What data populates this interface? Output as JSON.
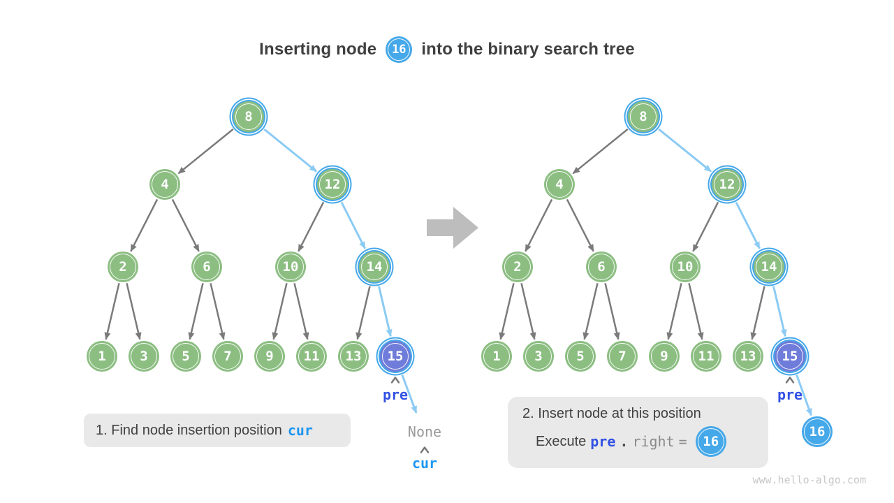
{
  "title": {
    "prefix": "Inserting node",
    "node_value": "16",
    "suffix": "into the binary search tree"
  },
  "trees": {
    "left": {
      "nodes": [
        {
          "value": "8",
          "role": "path"
        },
        {
          "value": "4",
          "role": "normal"
        },
        {
          "value": "12",
          "role": "path"
        },
        {
          "value": "2",
          "role": "normal"
        },
        {
          "value": "6",
          "role": "normal"
        },
        {
          "value": "10",
          "role": "normal"
        },
        {
          "value": "14",
          "role": "path"
        },
        {
          "value": "1",
          "role": "normal"
        },
        {
          "value": "3",
          "role": "normal"
        },
        {
          "value": "5",
          "role": "normal"
        },
        {
          "value": "7",
          "role": "normal"
        },
        {
          "value": "9",
          "role": "normal"
        },
        {
          "value": "11",
          "role": "normal"
        },
        {
          "value": "13",
          "role": "normal"
        },
        {
          "value": "15",
          "role": "pre"
        }
      ],
      "edges": [
        [
          "8",
          "4",
          "gray"
        ],
        [
          "8",
          "12",
          "blue"
        ],
        [
          "4",
          "2",
          "gray"
        ],
        [
          "4",
          "6",
          "gray"
        ],
        [
          "12",
          "10",
          "gray"
        ],
        [
          "12",
          "14",
          "blue"
        ],
        [
          "2",
          "1",
          "gray"
        ],
        [
          "2",
          "3",
          "gray"
        ],
        [
          "6",
          "5",
          "gray"
        ],
        [
          "6",
          "7",
          "gray"
        ],
        [
          "10",
          "9",
          "gray"
        ],
        [
          "10",
          "11",
          "gray"
        ],
        [
          "14",
          "13",
          "gray"
        ],
        [
          "14",
          "15",
          "blue"
        ],
        [
          "15",
          "none",
          "blue"
        ]
      ],
      "labels": {
        "pre": "pre",
        "none": "None",
        "cur": "cur"
      }
    },
    "right": {
      "nodes": [
        {
          "value": "8",
          "role": "path"
        },
        {
          "value": "4",
          "role": "normal"
        },
        {
          "value": "12",
          "role": "path"
        },
        {
          "value": "2",
          "role": "normal"
        },
        {
          "value": "6",
          "role": "normal"
        },
        {
          "value": "10",
          "role": "normal"
        },
        {
          "value": "14",
          "role": "path"
        },
        {
          "value": "1",
          "role": "normal"
        },
        {
          "value": "3",
          "role": "normal"
        },
        {
          "value": "5",
          "role": "normal"
        },
        {
          "value": "7",
          "role": "normal"
        },
        {
          "value": "9",
          "role": "normal"
        },
        {
          "value": "11",
          "role": "normal"
        },
        {
          "value": "13",
          "role": "normal"
        },
        {
          "value": "15",
          "role": "pre"
        },
        {
          "value": "16",
          "role": "new"
        }
      ],
      "edges": [
        [
          "8",
          "4",
          "gray"
        ],
        [
          "8",
          "12",
          "blue"
        ],
        [
          "4",
          "2",
          "gray"
        ],
        [
          "4",
          "6",
          "gray"
        ],
        [
          "12",
          "10",
          "gray"
        ],
        [
          "12",
          "14",
          "blue"
        ],
        [
          "2",
          "1",
          "gray"
        ],
        [
          "2",
          "3",
          "gray"
        ],
        [
          "6",
          "5",
          "gray"
        ],
        [
          "6",
          "7",
          "gray"
        ],
        [
          "10",
          "9",
          "gray"
        ],
        [
          "10",
          "11",
          "gray"
        ],
        [
          "14",
          "13",
          "gray"
        ],
        [
          "14",
          "15",
          "blue"
        ],
        [
          "15",
          "16",
          "blue"
        ]
      ],
      "labels": {
        "pre": "pre"
      }
    }
  },
  "captions": {
    "step1": {
      "text": "1. Find node insertion position",
      "code": "cur"
    },
    "step2": {
      "line1": "2. Insert node at this position",
      "line2_prefix": "Execute",
      "code_pre": "pre",
      "code_dot": ".",
      "code_right": "right",
      "code_eq": "=",
      "node_value": "16"
    }
  },
  "watermark": "www.hello-algo.com",
  "colors": {
    "node_green": "#8CBE82",
    "node_blue": "#45A8E9",
    "node_purple": "#6F7CD9",
    "edge_gray": "#7A7A7A",
    "edge_blue": "#8CCBF4",
    "pre_label": "#3351E3",
    "cur_label": "#1E96F0",
    "caption_bg": "#E9E9E9",
    "transition_arrow": "#BDBDBD"
  }
}
